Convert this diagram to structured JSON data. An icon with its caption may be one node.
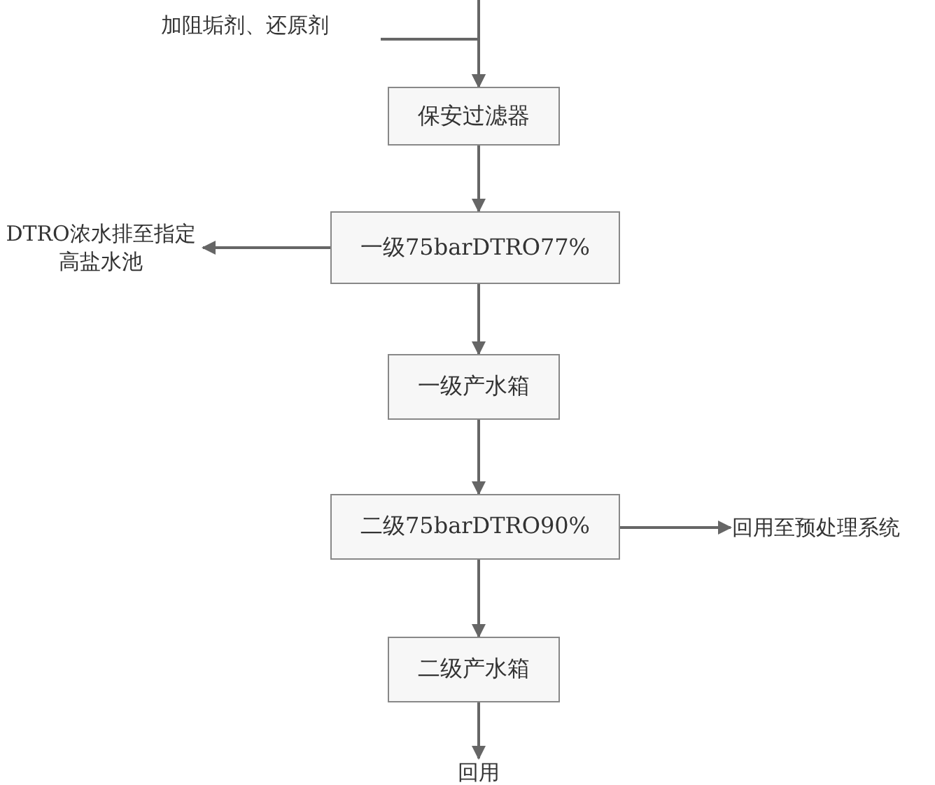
{
  "diagram": {
    "nodes": [
      {
        "text": [
          "加阻垢剂、还原剂"
        ]
      },
      {
        "text": [
          "保安过滤器"
        ]
      },
      {
        "text": [
          "DTRO浓水排至指定高盐水池"
        ]
      },
      {
        "text": [
          "一级75barDTRO77%"
        ]
      },
      {
        "text": [
          "一级产水箱"
        ]
      },
      {
        "text": [
          "二级75barDTRO90%"
        ]
      },
      {
        "text": [
          "回用至预处理系统"
        ]
      },
      {
        "text": [
          "二级产水箱"
        ]
      },
      {
        "text": [
          "回用"
        ]
      }
    ],
    "edges": [
      {
        "from": null,
        "to": 1,
        "arrow": "to"
      },
      {
        "from": 0,
        "to": 1,
        "arrow": "to"
      },
      {
        "from": 1,
        "to": 3,
        "arrow": "to"
      },
      {
        "from": 3,
        "to": 2,
        "arrow": "to"
      },
      {
        "from": 3,
        "to": 4,
        "arrow": "to"
      },
      {
        "from": 4,
        "to": 5,
        "arrow": "to"
      },
      {
        "from": 5,
        "to": 6,
        "arrow": "to"
      },
      {
        "from": 5,
        "to": 7,
        "arrow": "to"
      },
      {
        "from": 7,
        "to": 8,
        "arrow": "to"
      }
    ]
  }
}
